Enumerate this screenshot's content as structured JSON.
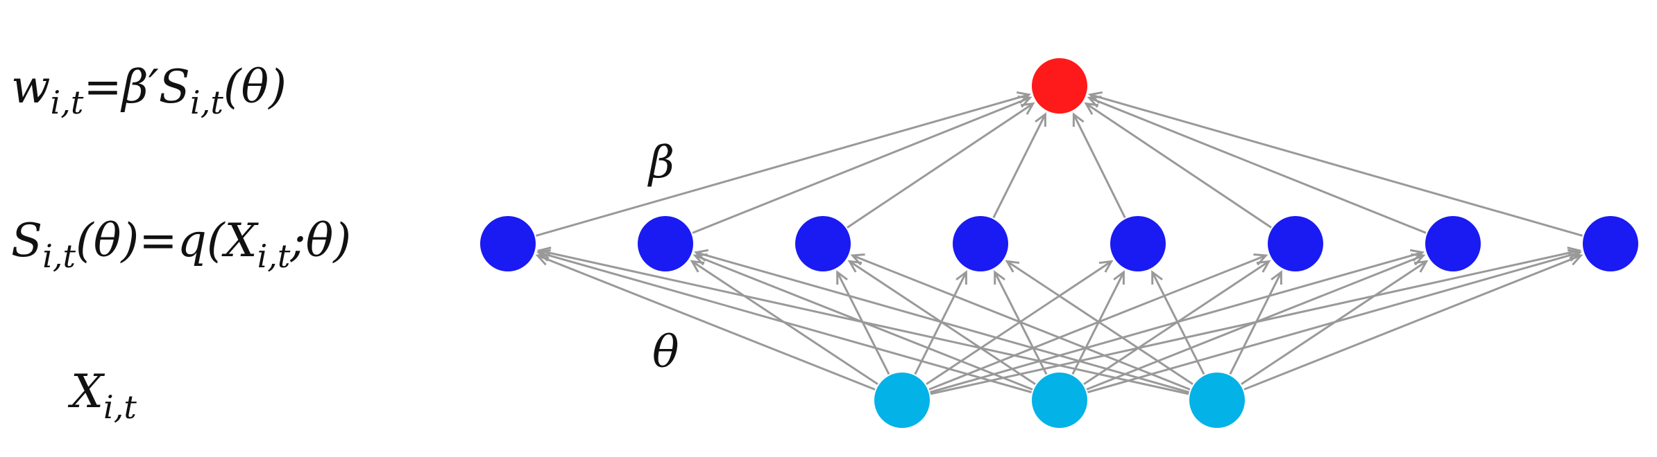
{
  "labels": {
    "output_eq": {
      "main": "w",
      "sub": "i,t",
      "rest": "=β′S",
      "sub2": "i,t",
      "tail": "(θ)"
    },
    "hidden_eq": {
      "main": "S",
      "sub": "i,t",
      "rest": "(θ)=q(X",
      "sub2": "i,t",
      "tail": ";θ)"
    },
    "input_var": {
      "main": "X",
      "sub": "i,t"
    },
    "beta": "β",
    "theta": "θ"
  },
  "network": {
    "layers": [
      {
        "name": "input",
        "count": 3,
        "color": "#03b2e6"
      },
      {
        "name": "hidden",
        "count": 8,
        "color": "#1a1af2"
      },
      {
        "name": "output",
        "count": 1,
        "color": "#fe1a1a"
      }
    ],
    "edge_color": "#999999",
    "connectivity": "fully-connected"
  }
}
